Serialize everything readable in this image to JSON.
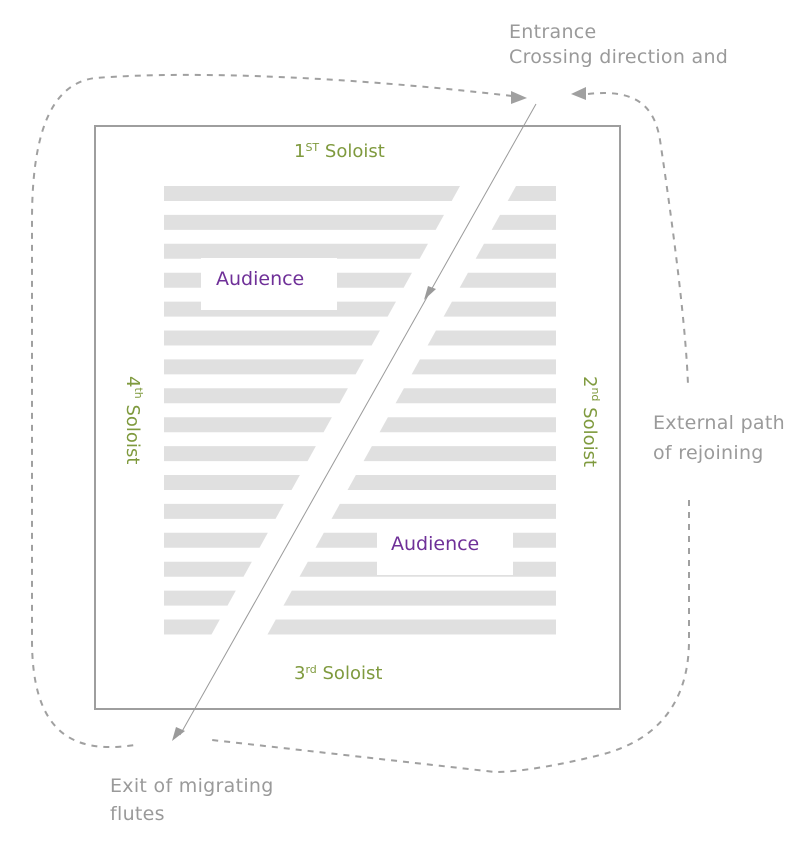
{
  "entrance": {
    "line1": "Entrance",
    "line2": "Crossing direction and"
  },
  "external_path": {
    "line1": "External path",
    "line2": "of rejoining"
  },
  "exit": {
    "line1": "Exit of migrating",
    "line2": "flutes"
  },
  "soloists": {
    "first": {
      "num": "1",
      "sup": "ST",
      "word": "Soloist"
    },
    "second": {
      "num": "2",
      "sup": "nd",
      "word": "Soloist"
    },
    "third": {
      "num": "3",
      "sup": "rd",
      "word": "Soloist"
    },
    "fourth": {
      "num": "4",
      "sup": "th",
      "word": "Soloist"
    }
  },
  "audience": {
    "upper": "Audience",
    "lower": "Audience"
  },
  "colors": {
    "stripe": "#e0e0e0",
    "frame": "#9e9e9e",
    "soloist": "#7f9a3e",
    "audience": "#6f3098",
    "annotation": "#9a9a9a"
  }
}
